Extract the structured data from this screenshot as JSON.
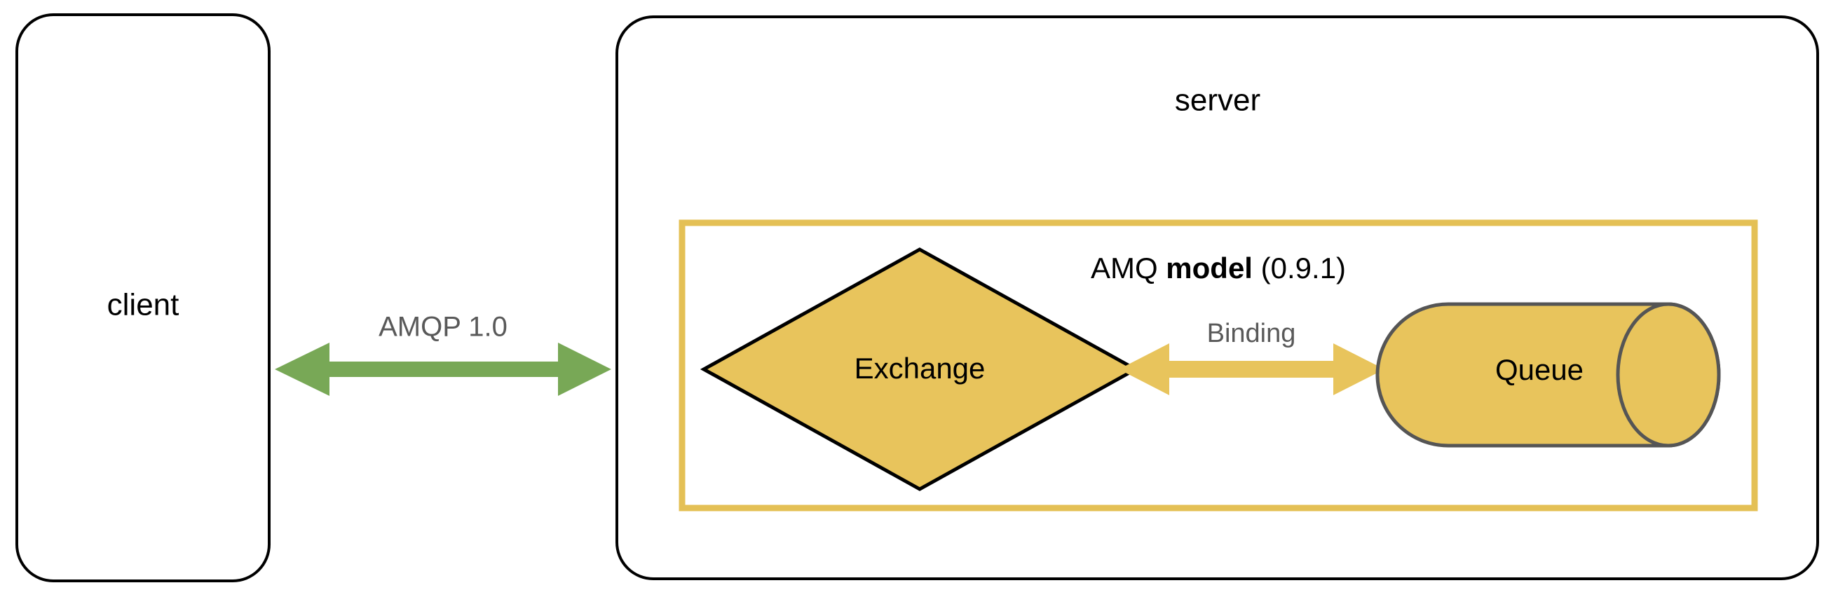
{
  "diagram": {
    "title": "AMQP client-server messaging model",
    "colors": {
      "gold_fill": "#E8C45C",
      "gold_border": "#E3C košt",
      "gold_stroke": "#E4C055",
      "green_arrow": "#78A856",
      "dark_stroke": "#000000",
      "cylinder_stroke": "#555555",
      "gray_text": "#595959",
      "background": "#FFFFFF"
    },
    "client_box": {
      "label": "client",
      "shape": "rounded-rectangle"
    },
    "server_box": {
      "label": "server",
      "shape": "rounded-rectangle"
    },
    "model_box": {
      "title_prefix": "AMQ ",
      "title_bold": "model",
      "title_suffix": " (0.9.1)",
      "title_full": "AMQ model (0.9.1)",
      "shape": "rectangle"
    },
    "exchange": {
      "label": "Exchange",
      "shape": "diamond"
    },
    "queue": {
      "label": "Queue",
      "shape": "cylinder"
    },
    "connections": [
      {
        "id": "amqp",
        "label": "AMQP 1.0",
        "from": "client",
        "to": "server",
        "style": "double-headed-arrow",
        "color": "#78A856"
      },
      {
        "id": "binding",
        "label": "Binding",
        "from": "exchange",
        "to": "queue",
        "style": "double-headed-arrow",
        "color": "#E8C45C"
      }
    ]
  }
}
